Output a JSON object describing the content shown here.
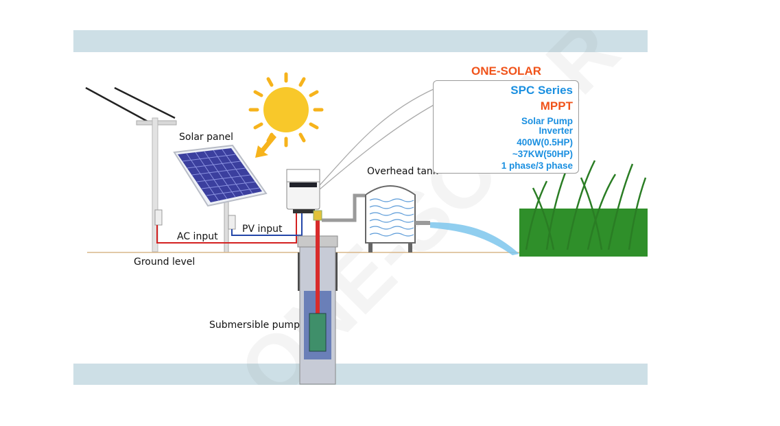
{
  "labels": {
    "solar_panel": "Solar panel",
    "ac_input": "AC input",
    "pv_input": "PV input",
    "ground_level": "Ground level",
    "overhead_tank": "Overhead tank",
    "submersible_pump": "Submersible pump"
  },
  "product": {
    "brand": "ONE-SOLAR",
    "series": "SPC Series",
    "mppt": "MPPT",
    "desc_line1": "Solar Pump",
    "desc_line2": "Inverter",
    "range_line1": "400W(0.5HP)",
    "range_line2": "~37KW(50HP)",
    "phase": "1 phase/3 phase"
  },
  "colors": {
    "band": "#cddfe6",
    "brand_orange": "#f0531a",
    "spec_blue": "#1a8fe0",
    "sun_yellow": "#f6c51c",
    "ac_wire": "#d32020",
    "pv_wire": "#2245a8"
  }
}
